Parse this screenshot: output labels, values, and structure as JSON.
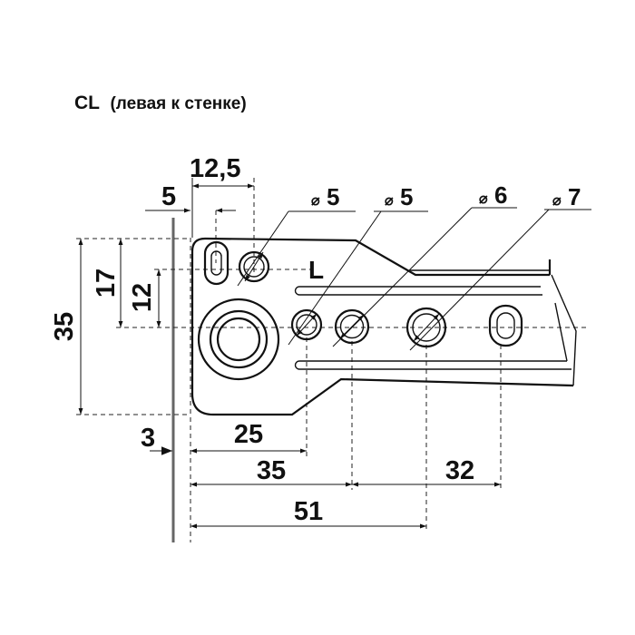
{
  "title": {
    "code": "CL",
    "description": "(левая к стенке)"
  },
  "part_marking": "L",
  "diameter_symbol": "⌀",
  "dimensions": {
    "d1": "12,5",
    "d2": "5",
    "d3": "17",
    "d4": "12",
    "d5": "35",
    "d6": "3",
    "d7": "25",
    "d8": "35",
    "d9": "32",
    "d10": "51"
  },
  "holes": {
    "h1": "5",
    "h2": "5",
    "h3": "6",
    "h4": "7"
  }
}
